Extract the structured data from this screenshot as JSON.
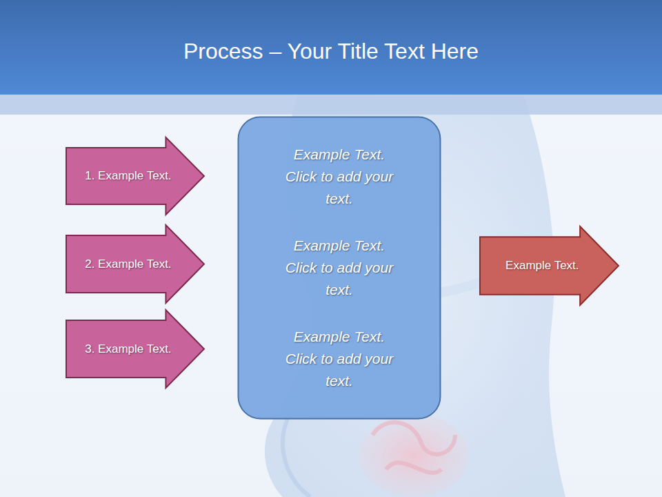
{
  "diagram": {
    "title": "Process – Your Title Text Here",
    "nodes": [
      {
        "text": [
          "1. Example Text."
        ]
      },
      {
        "text": [
          "2. Example Text."
        ]
      },
      {
        "text": [
          "3. Example Text."
        ]
      },
      {
        "text": [
          "Example Text. Click to add your text.",
          "Example Text. Click to add your text.",
          "Example Text. Click to add your text."
        ]
      },
      {
        "text": [
          "Example Text."
        ]
      }
    ]
  }
}
